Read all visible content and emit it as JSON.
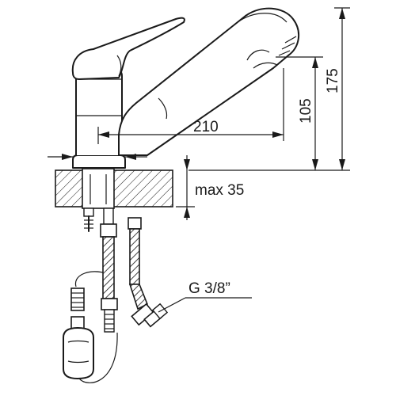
{
  "diagram": {
    "labels": {
      "reach": "210",
      "height_spout": "105",
      "height_total": "175",
      "mount_thickness": "max 35",
      "connection": "G 3/8”"
    }
  }
}
